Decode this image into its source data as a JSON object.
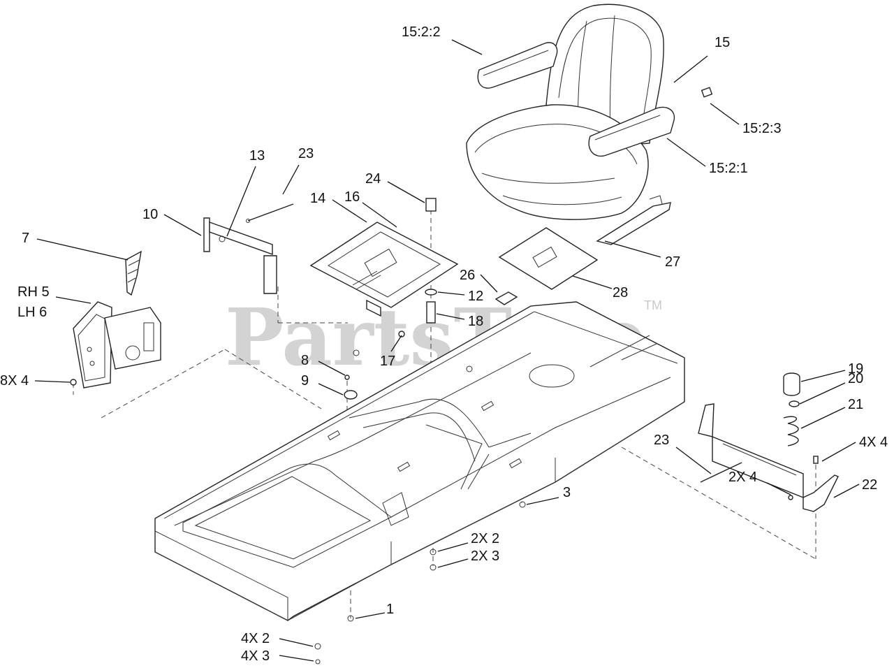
{
  "watermark": {
    "text": "PartsTree",
    "trademark": "TM"
  },
  "callouts": [
    {
      "id": "c-15-2-2",
      "text": "15:2:2"
    },
    {
      "id": "c-15",
      "text": "15"
    },
    {
      "id": "c-15-2-3",
      "text": "15:2:3"
    },
    {
      "id": "c-15-2-1",
      "text": "15:2:1"
    },
    {
      "id": "c-13",
      "text": "13"
    },
    {
      "id": "c-23a",
      "text": "23"
    },
    {
      "id": "c-24",
      "text": "24"
    },
    {
      "id": "c-14",
      "text": "14"
    },
    {
      "id": "c-16",
      "text": "16"
    },
    {
      "id": "c-10",
      "text": "10"
    },
    {
      "id": "c-7",
      "text": "7"
    },
    {
      "id": "c-27",
      "text": "27"
    },
    {
      "id": "c-26",
      "text": "26"
    },
    {
      "id": "c-28",
      "text": "28"
    },
    {
      "id": "c-12",
      "text": "12"
    },
    {
      "id": "c-18",
      "text": "18"
    },
    {
      "id": "c-rh5",
      "text": "RH 5"
    },
    {
      "id": "c-lh6",
      "text": "LH 6"
    },
    {
      "id": "c-17",
      "text": "17"
    },
    {
      "id": "c-8",
      "text": "8"
    },
    {
      "id": "c-9",
      "text": "9"
    },
    {
      "id": "c-8x4",
      "text": "8X 4"
    },
    {
      "id": "c-19",
      "text": "19"
    },
    {
      "id": "c-20",
      "text": "20"
    },
    {
      "id": "c-21",
      "text": "21"
    },
    {
      "id": "c-23b",
      "text": "23"
    },
    {
      "id": "c-4x4",
      "text": "4X 4"
    },
    {
      "id": "c-2x4",
      "text": "2X 4"
    },
    {
      "id": "c-22",
      "text": "22"
    },
    {
      "id": "c-3",
      "text": "3"
    },
    {
      "id": "c-2x2",
      "text": "2X 2"
    },
    {
      "id": "c-2x3",
      "text": "2X 3"
    },
    {
      "id": "c-1",
      "text": "1"
    },
    {
      "id": "c-4x2",
      "text": "4X 2"
    },
    {
      "id": "c-4x3",
      "text": "4X 3"
    }
  ]
}
